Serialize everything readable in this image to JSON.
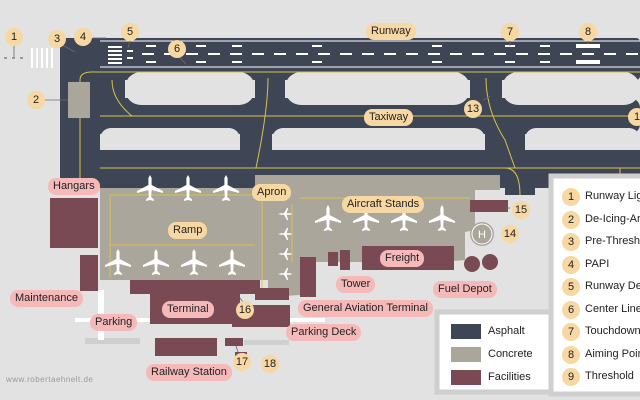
{
  "colors": {
    "asphalt": "#3e4656",
    "concrete": "#aba69c",
    "facilities": "#7a4a54",
    "grass": "#e2e2e2",
    "taxi_line": "#d8c14a",
    "label_yellow": "#f7d7a2",
    "label_red": "#f6b9b9"
  },
  "labels": {
    "runway": "Runway",
    "taxiway": "Taxiway",
    "apron": "Apron",
    "ramp": "Ramp",
    "aircraft_stands": "Aircraft Stands",
    "hangars": "Hangars",
    "maintenance": "Maintenance",
    "parking": "Parking",
    "terminal": "Terminal",
    "freight": "Freight",
    "tower": "Tower",
    "fuel_depot": "Fuel Depot",
    "general_aviation_terminal": "General Aviation Terminal",
    "parking_deck": "Parking Deck",
    "railway_station": "Railway Station",
    "helipad": "H"
  },
  "markers": {
    "m1": "1",
    "m2": "2",
    "m3": "3",
    "m4": "4",
    "m5": "5",
    "m6": "6",
    "m7": "7",
    "m8": "8",
    "m13": "13",
    "m14": "14",
    "m15": "15",
    "m16": "16",
    "m17": "17",
    "m18": "18"
  },
  "number_legend": [
    {
      "num": "1",
      "text": "Runway Lig"
    },
    {
      "num": "2",
      "text": "De-Icing-Are"
    },
    {
      "num": "3",
      "text": "Pre-Thresho"
    },
    {
      "num": "4",
      "text": "PAPI"
    },
    {
      "num": "5",
      "text": "Runway Des"
    },
    {
      "num": "6",
      "text": "Center Line"
    },
    {
      "num": "7",
      "text": "Touchdown"
    },
    {
      "num": "8",
      "text": "Aiming Poin"
    },
    {
      "num": "9",
      "text": "Threshold"
    }
  ],
  "edge_marker": "1",
  "surface_legend": [
    {
      "key": "asphalt",
      "label": "Asphalt"
    },
    {
      "key": "concrete",
      "label": "Concrete"
    },
    {
      "key": "facilities",
      "label": "Facilities"
    }
  ],
  "credit": "www.robertaehnelt.de"
}
